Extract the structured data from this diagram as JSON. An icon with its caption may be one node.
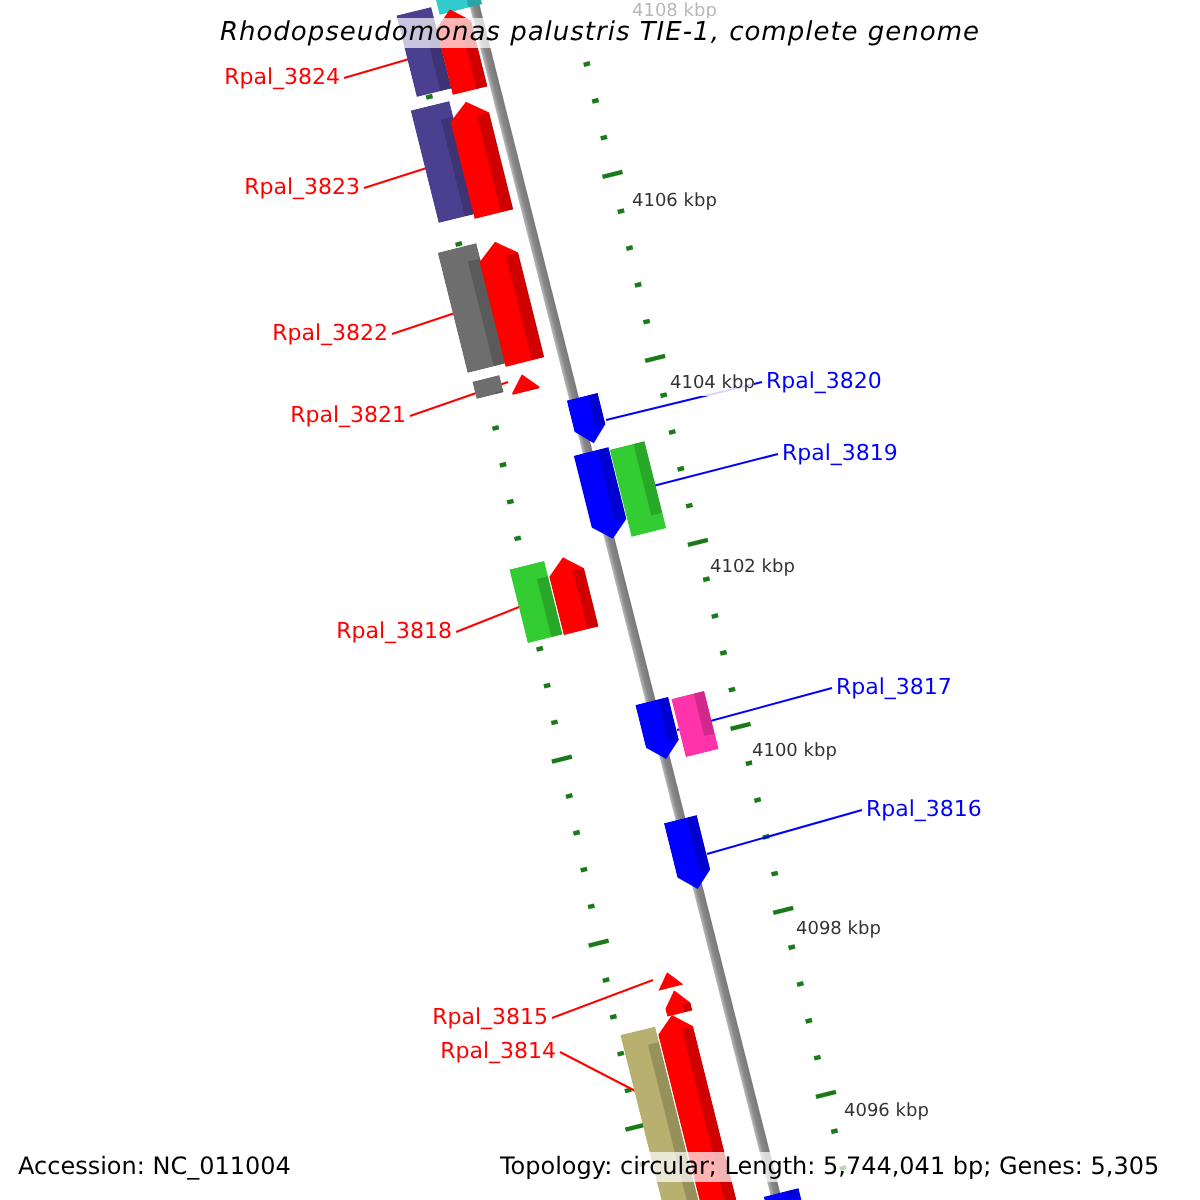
{
  "diagram": {
    "title": "Rhodopseudomonas palustris TIE-1, complete genome",
    "nodes": [
      {
        "text": [
          "Rpal_3824"
        ]
      },
      {
        "text": [],
        "shape": "bar"
      },
      {
        "text": [],
        "shape": "bar"
      },
      {
        "text": [],
        "shape": "arrow"
      },
      {
        "text": [
          "Rpal_3823"
        ]
      },
      {
        "text": [],
        "shape": "bar"
      },
      {
        "text": [],
        "shape": "arrow"
      },
      {
        "text": [
          "Rpal_3822"
        ]
      },
      {
        "text": [],
        "shape": "bar"
      },
      {
        "text": [],
        "shape": "arrow"
      },
      {
        "text": [
          "Rpal_3821"
        ]
      },
      {
        "text": [],
        "shape": "bar"
      },
      {
        "text": [],
        "shape": "arrow"
      },
      {
        "text": [
          "Rpal_3820"
        ]
      },
      {
        "text": [],
        "shape": "arrow"
      },
      {
        "text": [
          "Rpal_3819"
        ]
      },
      {
        "text": [],
        "shape": "arrow"
      },
      {
        "text": [],
        "shape": "bar"
      },
      {
        "text": [
          "Rpal_3818"
        ]
      },
      {
        "text": [],
        "shape": "bar"
      },
      {
        "text": [],
        "shape": "arrow"
      },
      {
        "text": [
          "Rpal_3817"
        ]
      },
      {
        "text": [],
        "shape": "arrow"
      },
      {
        "text": [],
        "shape": "bar"
      },
      {
        "text": [
          "Rpal_3816"
        ]
      },
      {
        "text": [],
        "shape": "arrow"
      },
      {
        "text": [
          "Rpal_3815"
        ]
      },
      {
        "text": [],
        "shape": "arrow"
      },
      {
        "text": [],
        "shape": "arrow"
      },
      {
        "text": [
          "Rpal_3814"
        ]
      },
      {
        "text": [],
        "shape": "bar"
      },
      {
        "text": [],
        "shape": "arrow"
      },
      {
        "text": [],
        "shape": "bar"
      }
    ],
    "edges": [
      {
        "from": 0,
        "to": 3,
        "arrow": "none"
      },
      {
        "from": 4,
        "to": 6,
        "arrow": "none"
      },
      {
        "from": 7,
        "to": 9,
        "arrow": "none"
      },
      {
        "from": 10,
        "to": 12,
        "arrow": "none"
      },
      {
        "from": 13,
        "to": 14,
        "arrow": "none",
        "color": "#0000ff"
      },
      {
        "from": 15,
        "to": 16,
        "arrow": "none",
        "color": "#0000ff"
      },
      {
        "from": 18,
        "to": 20,
        "arrow": "none"
      },
      {
        "from": 21,
        "to": 22,
        "arrow": "none",
        "color": "#0000ff"
      },
      {
        "from": 24,
        "to": 25,
        "arrow": "none",
        "color": "#0000ff"
      },
      {
        "from": 26,
        "to": 27,
        "arrow": "none"
      },
      {
        "from": 29,
        "to": 31,
        "arrow": "none"
      }
    ],
    "labels": [
      "4108 kbp",
      "4106 kbp",
      "4104 kbp",
      "4102 kbp",
      "4100 kbp",
      "4098 kbp",
      "4096 kbp",
      "Accession: NC_011004",
      "Topology: circular; Length: 5,744,041 bp; Genes: 5,305"
    ]
  }
}
